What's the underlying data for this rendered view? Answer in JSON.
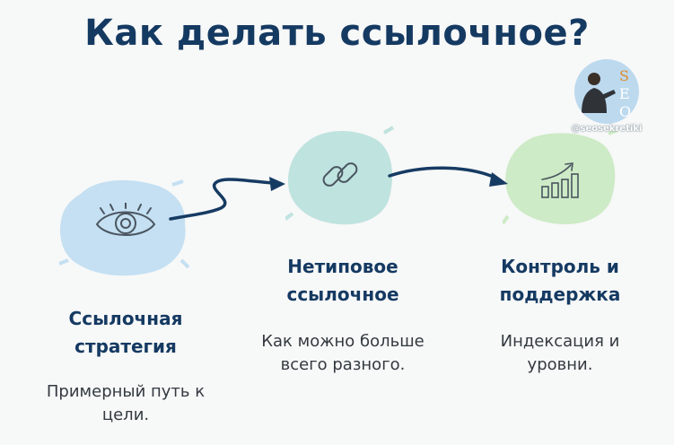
{
  "title": "Как делать ссылочное?",
  "badge": {
    "handle": "@seosekretiki",
    "letters": [
      "S",
      "E",
      "O"
    ]
  },
  "steps": [
    {
      "heading_lines": [
        "Ссылочная",
        "стратегия"
      ],
      "desc_lines": [
        "Примерный путь к",
        "цели."
      ],
      "icon": "eye-icon"
    },
    {
      "heading_lines": [
        "Нетиповое",
        "ссылочное"
      ],
      "desc_lines": [
        "Как можно больше",
        "всего разного."
      ],
      "icon": "chain-link-icon"
    },
    {
      "heading_lines": [
        "Контроль и",
        "поддержка"
      ],
      "desc_lines": [
        "Индексация и",
        "уровни."
      ],
      "icon": "growth-chart-icon"
    }
  ],
  "colors": {
    "title": "#153a62",
    "blob_blue": "#c4e0f2",
    "blob_teal": "#bfe3df",
    "blob_green": "#cdebc6",
    "arrow": "#163b63"
  }
}
